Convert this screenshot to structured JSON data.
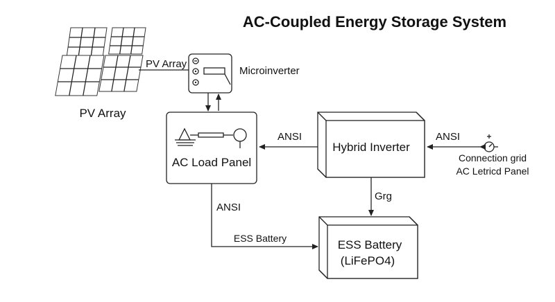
{
  "title": "AC-Coupled Energy Storage System",
  "nodes": {
    "pv_array_caption": "PV Array",
    "pv_array_line_label": "PV Array",
    "microinverter": "Microinverter",
    "ac_load_panel": "AC Load Panel",
    "hybrid_inverter": "Hybrid Inverter",
    "ess_battery_line1": "ESS Battery",
    "ess_battery_line2": "(LiFePO4)",
    "grid_line1": "Connection grid",
    "grid_line2": "AC Letricd Panel"
  },
  "edges": {
    "hybrid_to_load": "ANSI",
    "grid_to_hybrid": "ANSI",
    "load_down": "ANSI",
    "load_to_battery": "ESS Battery",
    "hybrid_to_battery": "Grg"
  },
  "colors": {
    "line": "#222222",
    "background": "#ffffff",
    "text": "#111111"
  }
}
